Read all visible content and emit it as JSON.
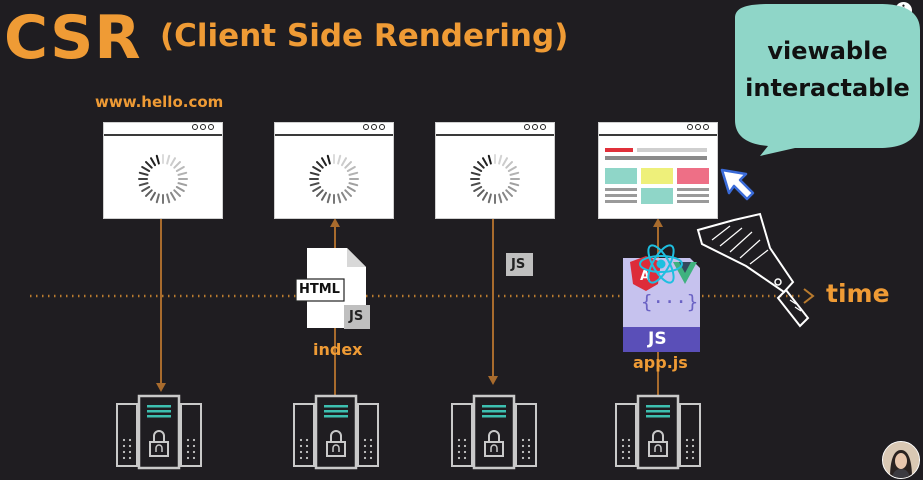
{
  "title": {
    "main": "CSR",
    "sub": "(Client Side Rendering)"
  },
  "url": "www.hello.com",
  "bubble": {
    "line1": "viewable",
    "line2": "interactable"
  },
  "timeline_label": "time",
  "labels": {
    "index": "index",
    "app": "app.js"
  },
  "badges": {
    "html": "HTML",
    "js": "JS"
  },
  "info_glyph": "i",
  "icons": [
    "spinner-icon",
    "html-file-icon",
    "js-file-icon",
    "react-icon",
    "angular-icon",
    "vue-icon",
    "server-icon",
    "lock-icon",
    "cursor-arrow-icon",
    "cleaver-icon"
  ],
  "colors": {
    "accent": "#ef9b35",
    "background": "#1f1d21",
    "bubble": "#8fd6c8",
    "server": "#c9c9c9",
    "server_screen": "#3dbfb0",
    "app_js": "#5a4fb8"
  }
}
